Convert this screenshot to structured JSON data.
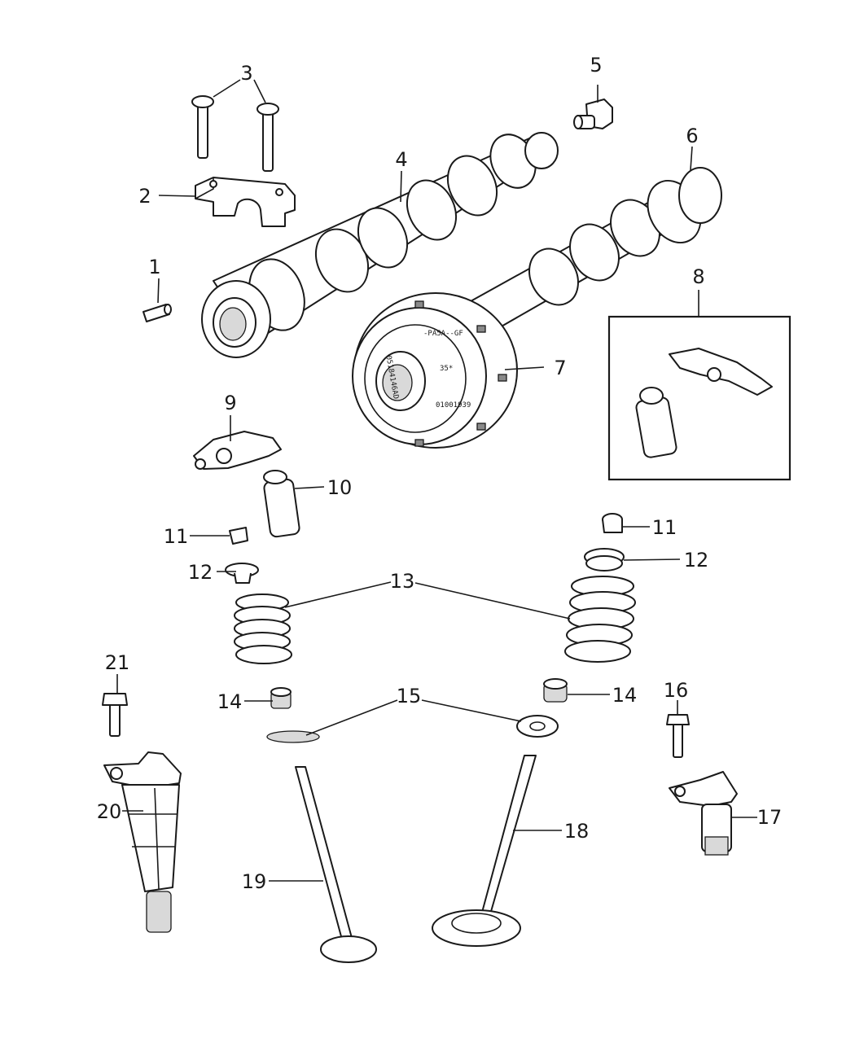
{
  "callouts": [
    {
      "id": "c1",
      "text": "1"
    },
    {
      "id": "c2",
      "text": "2"
    },
    {
      "id": "c3",
      "text": "3"
    },
    {
      "id": "c4",
      "text": "4"
    },
    {
      "id": "c5",
      "text": "5"
    },
    {
      "id": "c6",
      "text": "6"
    },
    {
      "id": "c7",
      "text": "7"
    },
    {
      "id": "c8",
      "text": "8"
    },
    {
      "id": "c9",
      "text": "9"
    },
    {
      "id": "c10",
      "text": "10"
    },
    {
      "id": "c11a",
      "text": "11"
    },
    {
      "id": "c11b",
      "text": "11"
    },
    {
      "id": "c12a",
      "text": "12"
    },
    {
      "id": "c12b",
      "text": "12"
    },
    {
      "id": "c13",
      "text": "13"
    },
    {
      "id": "c14a",
      "text": "14"
    },
    {
      "id": "c14b",
      "text": "14"
    },
    {
      "id": "c15",
      "text": "15"
    },
    {
      "id": "c16",
      "text": "16"
    },
    {
      "id": "c17",
      "text": "17"
    },
    {
      "id": "c18",
      "text": "18"
    },
    {
      "id": "c19",
      "text": "19"
    },
    {
      "id": "c20",
      "text": "20"
    },
    {
      "id": "c21",
      "text": "21"
    }
  ],
  "sprocket_markings": [
    "-PA5A--GF",
    "35*",
    "01001939",
    "05184146AD"
  ]
}
